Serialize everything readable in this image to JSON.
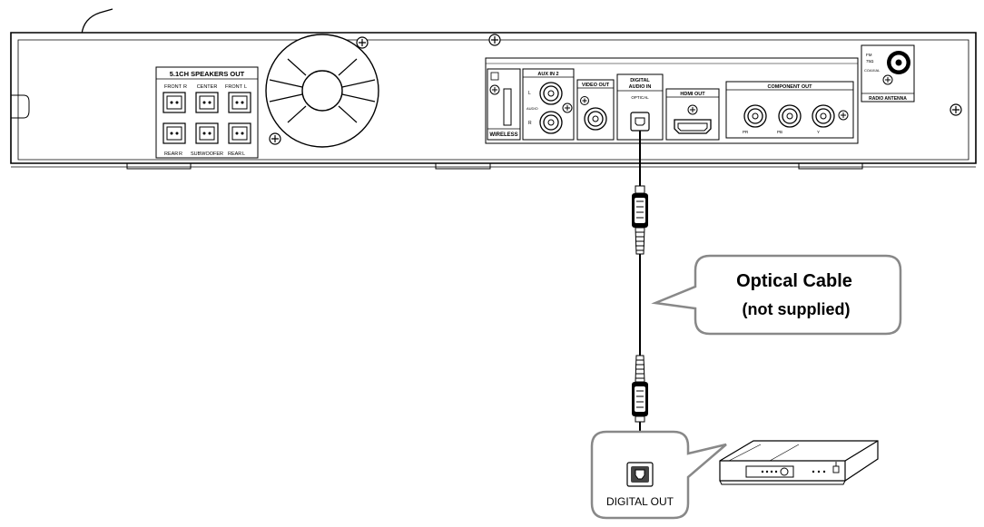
{
  "receiver": {
    "speakers": {
      "title": "5.1CH SPEAKERS OUT",
      "front_r": "FRONT",
      "front_r_mark": "R",
      "center": "CENTER",
      "front_l": "FRONT",
      "front_l_mark": "L",
      "rear_r": "REAR",
      "rear_r_mark": "R",
      "subwoofer": "SUBWOOFER",
      "rear_l": "REAR",
      "rear_l_mark": "L"
    },
    "wireless": "WIRELESS",
    "aux": {
      "title": "AUX IN 2",
      "l_mark": "L",
      "audio": "AUDIO",
      "r_mark": "R"
    },
    "video_out": "VIDEO OUT",
    "digital_audio_in": {
      "line1": "DIGITAL",
      "line2": "AUDIO IN",
      "sub": "OPTICAL"
    },
    "hdmi_out": "HDMI OUT",
    "component": {
      "title": "COMPONENT OUT",
      "pr": "PR",
      "pb": "PB",
      "y": "Y"
    },
    "antenna": {
      "fm": "FM",
      "ohm": "75Ω",
      "coaxial": "COAXIAL",
      "title": "RADIO ANTENNA"
    }
  },
  "callout": {
    "line1": "Optical Cable",
    "line2": "(not supplied)"
  },
  "source": {
    "port_label": "DIGITAL OUT"
  }
}
